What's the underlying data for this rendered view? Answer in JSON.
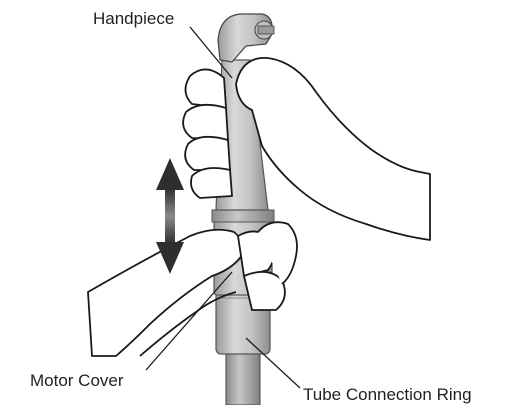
{
  "labels": {
    "handpiece": "Handpiece",
    "motor_cover": "Motor Cover",
    "tube_connection_ring": "Tube Connection Ring"
  },
  "icons": {
    "motion": "up-down-arrow-icon"
  },
  "colors": {
    "handpiece_metal": "#c9c9c9",
    "handpiece_shadow": "#9e9e9e",
    "arrow": "#3a3a3a",
    "outline": "#1a1a1a",
    "hand_fill": "#ffffff",
    "tube": "#8a8a8a"
  }
}
